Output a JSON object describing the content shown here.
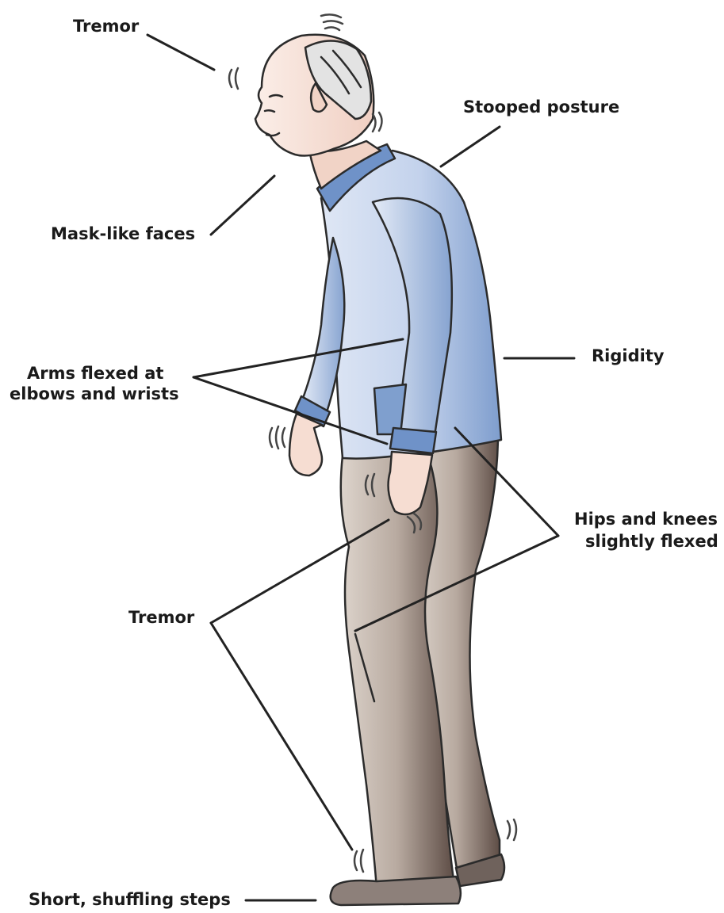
{
  "labels": {
    "tremor_head": "Tremor",
    "stooped_posture": "Stooped posture",
    "mask_like_faces": "Mask-like faces",
    "arms_flexed_line1": "Arms flexed at",
    "arms_flexed_line2": "elbows and wrists",
    "rigidity": "Rigidity",
    "hips_knees_line1": "Hips and knees",
    "hips_knees_line2": "slightly flexed",
    "tremor_limbs": "Tremor",
    "shuffling_steps": "Short, shuffling steps"
  },
  "colors": {
    "skin": "#f6ddd2",
    "skin_shade": "#e8bfb0",
    "hair": "#dcdcdc",
    "shirt": "#c9d6ec",
    "shirt_shade": "#7f9fce",
    "collar": "#6f92c8",
    "trousers": "#c7bbb1",
    "trousers_shade": "#5b4b44",
    "shoe": "#8a7d76"
  }
}
